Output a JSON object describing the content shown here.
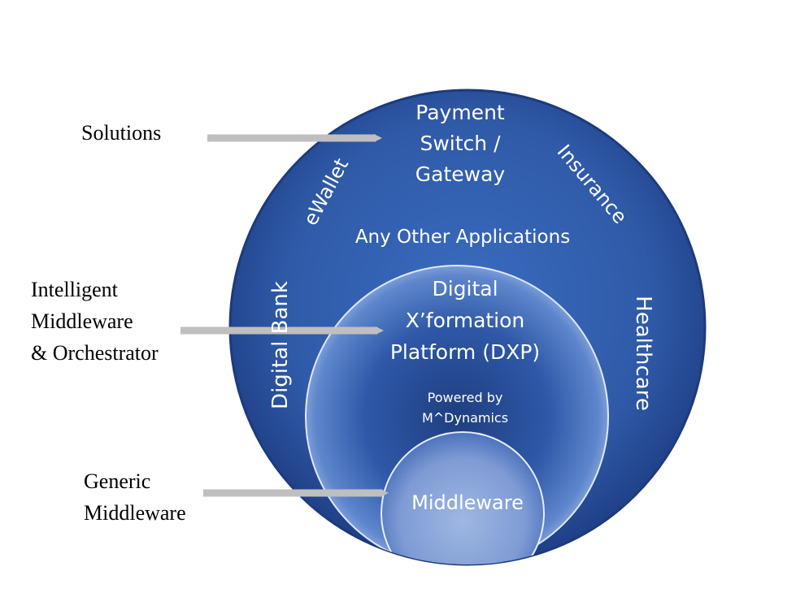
{
  "side_labels": {
    "solutions": "Solutions",
    "intelligent": [
      "Intelligent",
      "Middleware",
      "& Orchestrator"
    ],
    "generic": [
      "Generic",
      "Middleware"
    ]
  },
  "outer_ring": {
    "payment": [
      "Payment",
      "Switch /",
      "Gateway"
    ],
    "ewallet": "eWallet",
    "insurance": "Insurance",
    "any_other": "Any Other Applications",
    "digital_bank": "Digital Bank",
    "healthcare": "Healthcare"
  },
  "middle_circle": {
    "title": [
      "Digital",
      "X’formation",
      "Platform (DXP)"
    ],
    "powered": [
      "Powered by",
      "M^Dynamics"
    ]
  },
  "inner_circle": {
    "title": "Middleware"
  },
  "colors": {
    "outer": "#2c55a0",
    "arrow": "#bfbfbf"
  }
}
